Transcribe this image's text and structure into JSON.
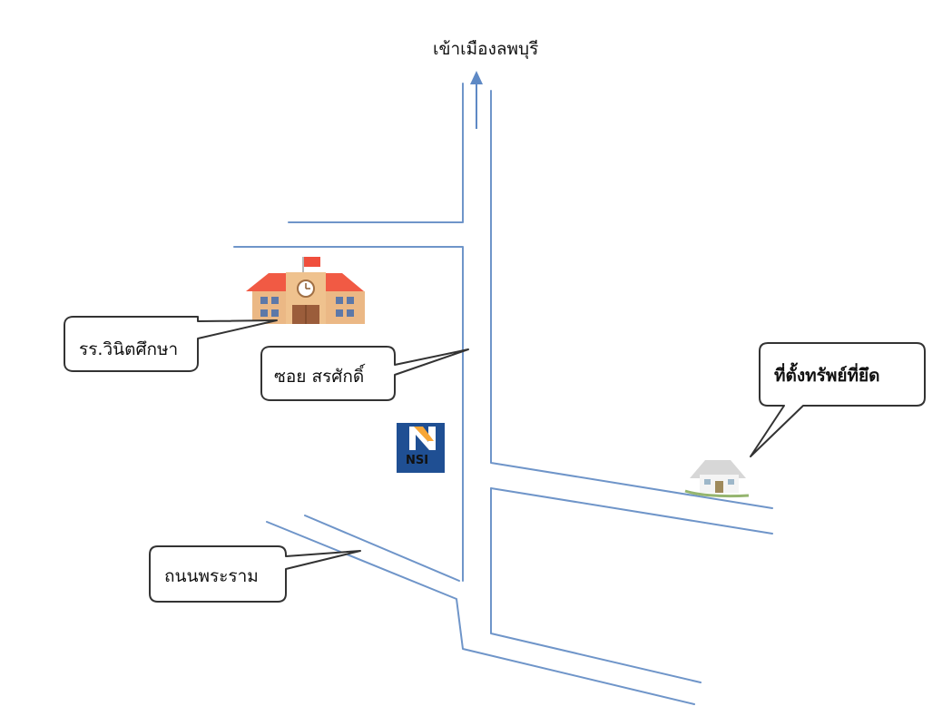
{
  "map": {
    "direction_label": "เข้าเมืองลพบุรี",
    "road_color": "#6f95c9",
    "callouts": {
      "school": "รร.วินิตศึกษา",
      "soi": "ซอย สรศักดิ์",
      "property": "ที่ตั้งทรัพย์ที่ยึด",
      "road": "ถนนพระราม"
    },
    "logo": {
      "letters": "NSI",
      "color": "#1f4f93"
    },
    "landmarks": {
      "school_icon": "school-building-icon",
      "property_icon": "house-icon"
    }
  }
}
